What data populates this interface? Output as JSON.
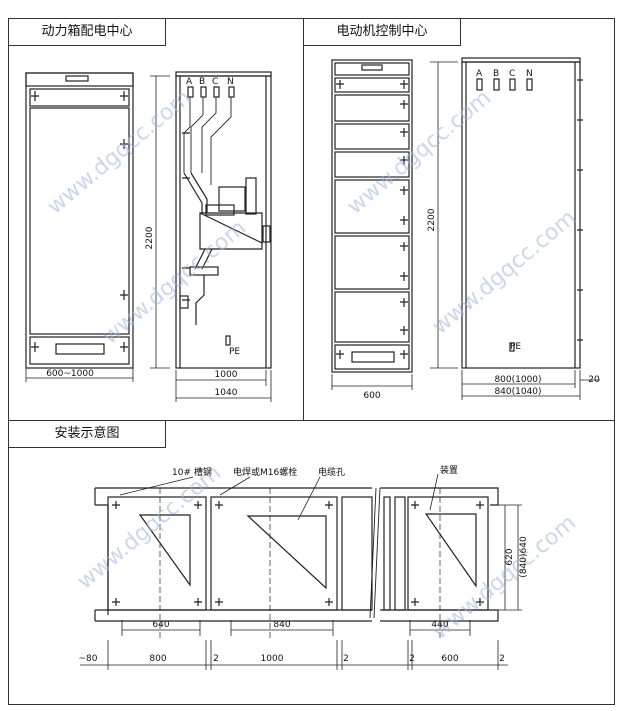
{
  "panels": {
    "power_distribution": {
      "title": "动力箱配电中心",
      "bus_labels": [
        "A",
        "B",
        "C",
        "N"
      ],
      "height_dim": "2200",
      "front_width_dim": "600~1000",
      "depth_dim": "1000",
      "depth_total_dim": "1040",
      "pe_label": "PE"
    },
    "motor_control": {
      "title": "电动机控制中心",
      "bus_labels": [
        "A",
        "B",
        "C",
        "N"
      ],
      "height_dim": "2200",
      "front_width_dim": "600",
      "depth_dim": "800(1000)",
      "depth_total_dim": "840(1040)",
      "gap_dim": "20",
      "pe_label": "PE"
    },
    "installation": {
      "title": "安装示意图",
      "callouts": [
        "10# 槽钢",
        "电焊或M16螺栓",
        "电缆孔",
        "装置"
      ],
      "inner_dims": [
        "640",
        "840",
        "440"
      ],
      "bottom_dims": [
        "~80",
        "800",
        "2",
        "1000",
        "2",
        "2",
        "600",
        "2"
      ],
      "side_dims": [
        "620",
        "(840)640"
      ]
    }
  },
  "watermark": "www.dgqcc.com",
  "colors": {
    "line": "#222222",
    "watermark": "#9fb6dd"
  }
}
